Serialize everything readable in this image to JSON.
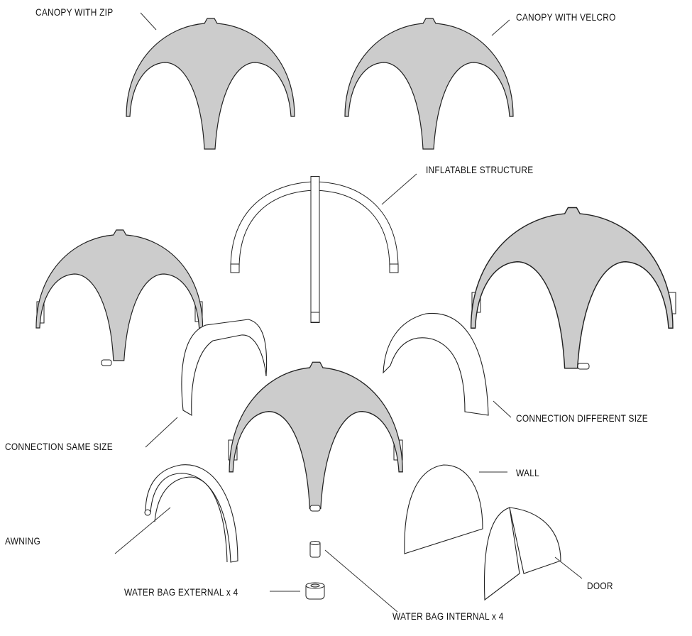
{
  "labels": {
    "canopy_zip": "CANOPY WITH ZIP",
    "canopy_velcro": "CANOPY WITH VELCRO",
    "inflatable_structure": "INFLATABLE STRUCTURE",
    "connection_same_size": "CONNECTION SAME SIZE",
    "connection_different_size": "CONNECTION DIFFERENT SIZE",
    "wall": "WALL",
    "awning": "AWNING",
    "door": "DOOR",
    "water_bag_external": "WATER BAG EXTERNAL x 4",
    "water_bag_internal": "WATER BAG INTERNAL x 4"
  },
  "colors": {
    "canopy_fill": "#cccccc",
    "line": "#222222"
  }
}
